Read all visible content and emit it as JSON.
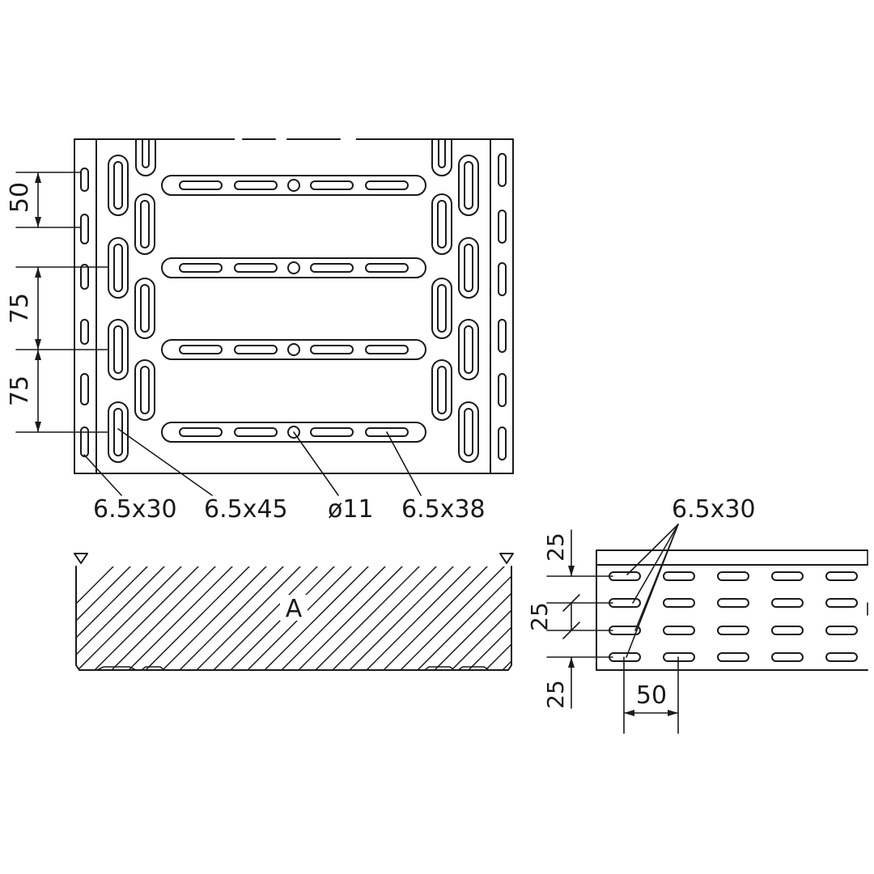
{
  "top_view": {
    "dimensions": {
      "pitch_50": "50",
      "pitch_75_a": "75",
      "pitch_75_b": "75"
    },
    "callouts": {
      "slot_small": "6.5x30",
      "slot_large": "6.5x45",
      "hole": "ø11",
      "rung_slot": "6.5x38"
    }
  },
  "section_view": {
    "label": "A"
  },
  "side_view": {
    "callout": "6.5x30",
    "dimensions": {
      "top": "25",
      "middle": "25",
      "bottom": "25",
      "horizontal": "50"
    }
  }
}
